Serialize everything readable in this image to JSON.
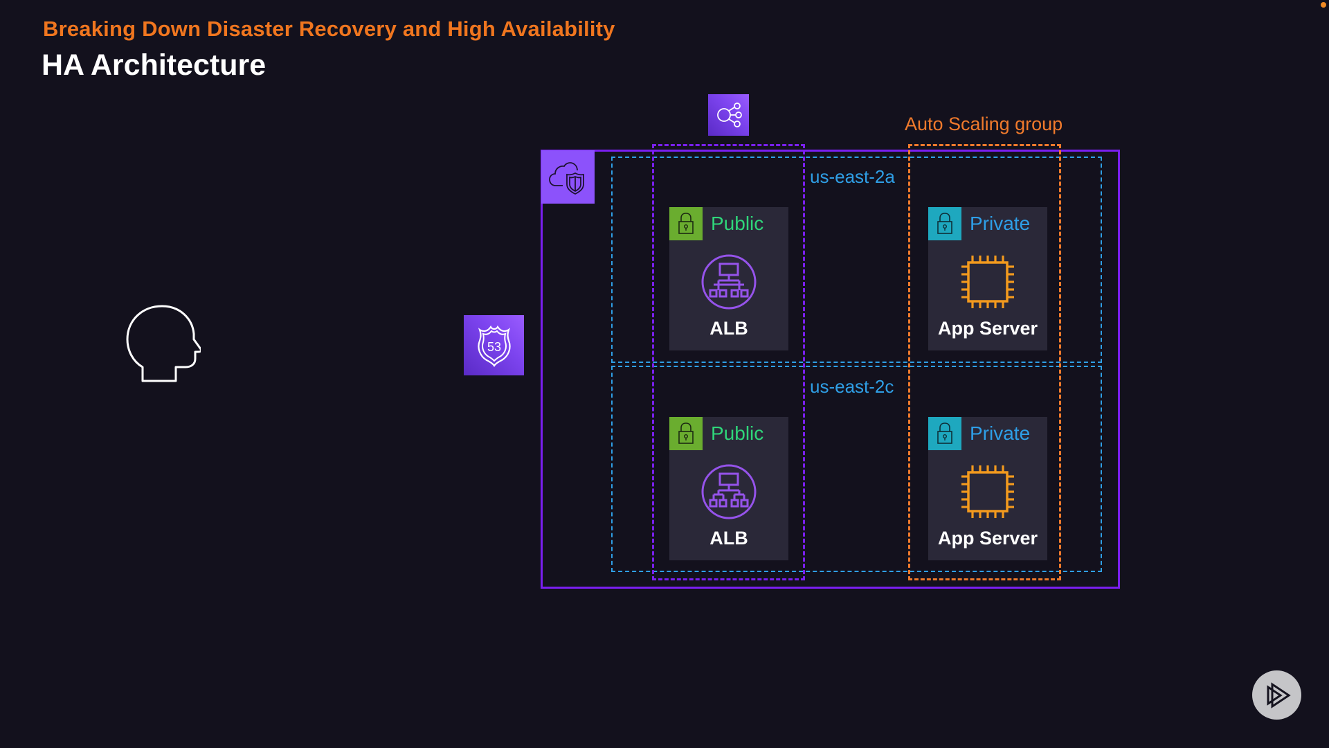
{
  "header": {
    "subtitle": "Breaking Down Disaster Recovery and High Availability",
    "title": "HA Architecture"
  },
  "diagram": {
    "user": {
      "icon": "user-head-icon"
    },
    "route53": {
      "icon": "route53-shield-icon",
      "icon_text": "53"
    },
    "load_balancer": {
      "icon": "elastic-load-balancing-icon"
    },
    "vpc": {
      "icon": "vpc-cloud-shield-icon"
    },
    "auto_scaling_group": {
      "label": "Auto Scaling group"
    },
    "availability_zones": [
      {
        "label": "us-east-2a",
        "subnets": [
          {
            "type": "Public",
            "service": "ALB",
            "icon": "alb-icon"
          },
          {
            "type": "Private",
            "service": "App Server",
            "icon": "ec2-chip-icon"
          }
        ]
      },
      {
        "label": "us-east-2c",
        "subnets": [
          {
            "type": "Public",
            "service": "ALB",
            "icon": "alb-icon"
          },
          {
            "type": "Private",
            "service": "App Server",
            "icon": "ec2-chip-icon"
          }
        ]
      }
    ]
  },
  "colors": {
    "background": "#13111d",
    "subtitle": "#f0761f",
    "vpc": "#7a1ff0",
    "az": "#2f9fe6",
    "asg": "#f07a2c",
    "public_lock": "#6aad2f",
    "public_text": "#2fd67a",
    "private_lock": "#1ea8bf",
    "private_text": "#2e9fe8"
  },
  "branding": {
    "logo": "pluralsight-play-logo-icon"
  }
}
